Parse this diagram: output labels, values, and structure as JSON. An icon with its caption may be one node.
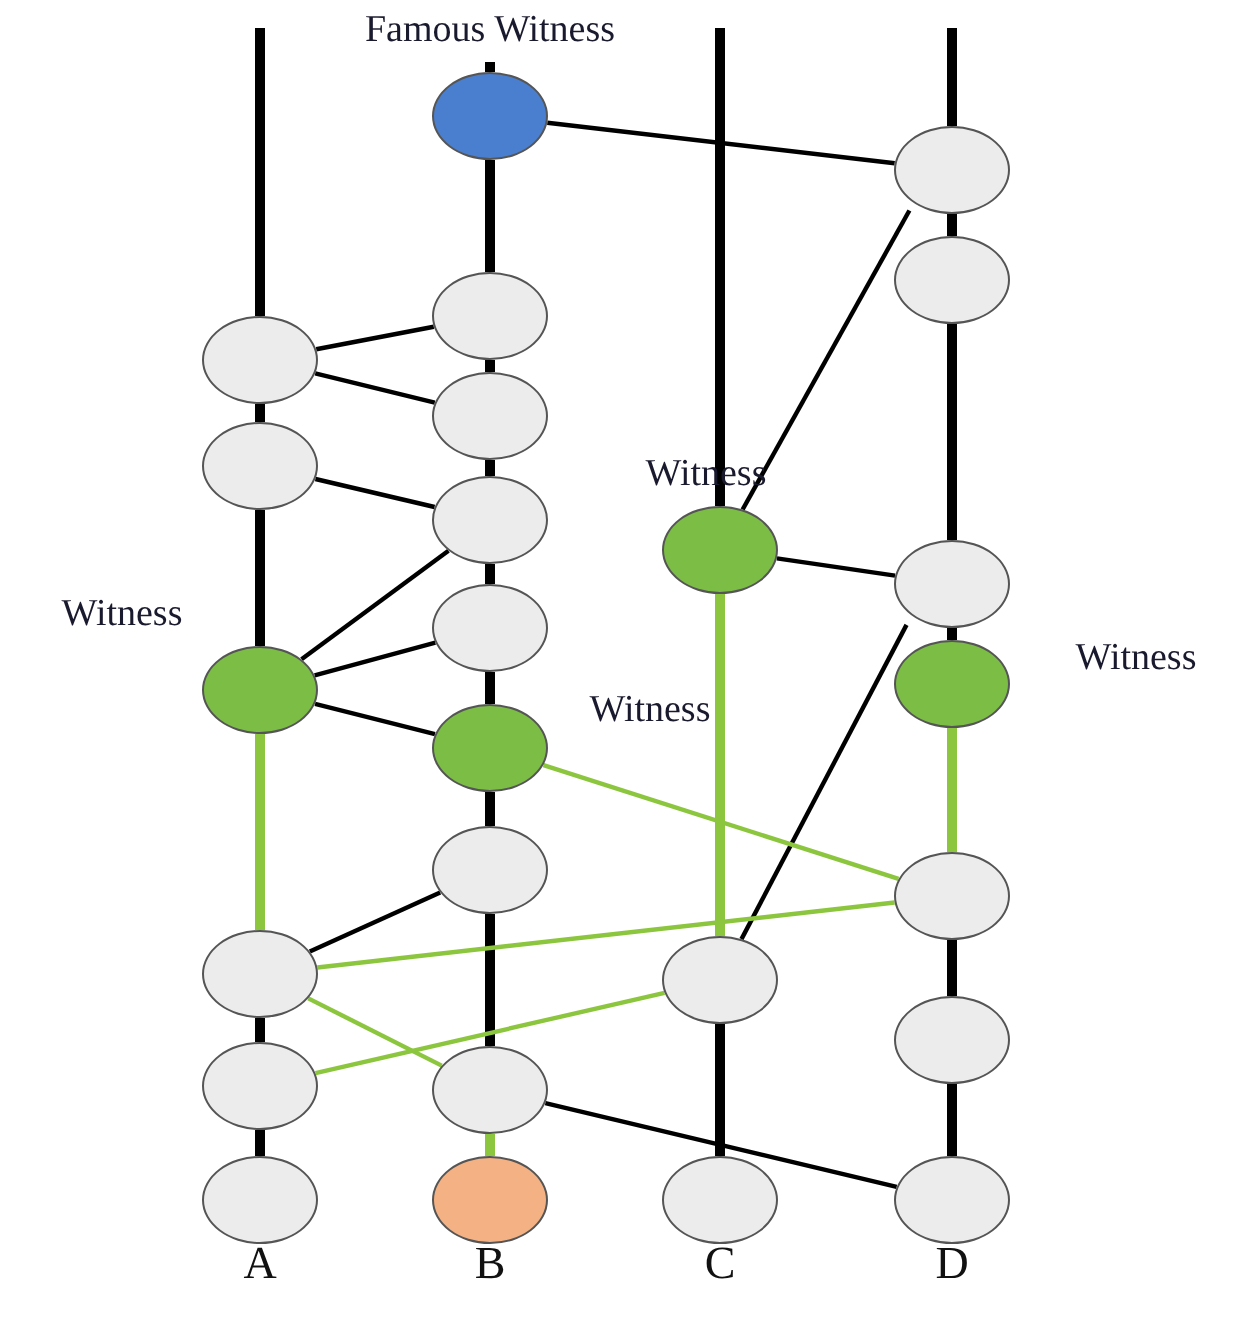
{
  "diagram": {
    "nodes": [
      {
        "text": [],
        "shape": "circle",
        "beside": [
          "Famous Witness"
        ]
      },
      {
        "text": [],
        "shape": "circle"
      },
      {
        "text": [],
        "shape": "circle"
      },
      {
        "text": [],
        "shape": "circle"
      },
      {
        "text": [],
        "shape": "circle"
      },
      {
        "text": [],
        "shape": "circle"
      },
      {
        "text": [],
        "shape": "circle"
      },
      {
        "text": [],
        "shape": "circle"
      },
      {
        "text": [],
        "shape": "circle",
        "beside": [
          "Witness"
        ]
      },
      {
        "text": [],
        "shape": "circle"
      },
      {
        "text": [],
        "shape": "circle"
      },
      {
        "text": [],
        "shape": "circle",
        "beside": [
          "Witness"
        ]
      },
      {
        "text": [],
        "shape": "circle",
        "beside": [
          "Witness"
        ]
      },
      {
        "text": [],
        "shape": "circle",
        "beside": [
          "Witness"
        ]
      },
      {
        "text": [],
        "shape": "circle"
      },
      {
        "text": [],
        "shape": "circle"
      },
      {
        "text": [],
        "shape": "circle"
      },
      {
        "text": [],
        "shape": "circle"
      },
      {
        "text": [],
        "shape": "circle"
      },
      {
        "text": [],
        "shape": "circle"
      },
      {
        "text": [],
        "shape": "circle"
      },
      {
        "text": [],
        "shape": "circle"
      },
      {
        "text": [],
        "shape": "circle"
      },
      {
        "text": [],
        "shape": "circle"
      },
      {
        "text": [],
        "shape": "circle"
      }
    ],
    "edges": [
      {
        "from": null,
        "to": 4,
        "arrow": "none"
      },
      {
        "from": null,
        "to": 0,
        "arrow": "none"
      },
      {
        "from": null,
        "to": 8,
        "arrow": "none"
      },
      {
        "from": null,
        "to": 1,
        "arrow": "none"
      },
      {
        "from": 4,
        "to": 6,
        "arrow": "none"
      },
      {
        "from": 6,
        "to": 12,
        "arrow": "none"
      },
      {
        "from": 12,
        "to": 16,
        "arrow": "none",
        "color": "#8cc63f"
      },
      {
        "from": 16,
        "to": 19,
        "arrow": "none"
      },
      {
        "from": 19,
        "to": 21,
        "arrow": "none"
      },
      {
        "from": 0,
        "to": 3,
        "arrow": "none"
      },
      {
        "from": 3,
        "to": 5,
        "arrow": "none"
      },
      {
        "from": 5,
        "to": 7,
        "arrow": "none"
      },
      {
        "from": 7,
        "to": 10,
        "arrow": "none"
      },
      {
        "from": 10,
        "to": 13,
        "arrow": "none"
      },
      {
        "from": 13,
        "to": 14,
        "arrow": "none"
      },
      {
        "from": 14,
        "to": 20,
        "arrow": "none"
      },
      {
        "from": 20,
        "to": 22,
        "arrow": "none",
        "color": "#8cc63f"
      },
      {
        "from": 8,
        "to": 17,
        "arrow": "none",
        "color": "#8cc63f"
      },
      {
        "from": 17,
        "to": 23,
        "arrow": "none"
      },
      {
        "from": 1,
        "to": 2,
        "arrow": "none"
      },
      {
        "from": 2,
        "to": 9,
        "arrow": "none"
      },
      {
        "from": 9,
        "to": 11,
        "arrow": "none"
      },
      {
        "from": 11,
        "to": 15,
        "arrow": "none",
        "color": "#8cc63f"
      },
      {
        "from": 15,
        "to": 18,
        "arrow": "none"
      },
      {
        "from": 18,
        "to": 24,
        "arrow": "none"
      },
      {
        "from": 0,
        "to": 1,
        "arrow": "none"
      },
      {
        "from": 1,
        "to": 8,
        "arrow": "none"
      },
      {
        "from": 4,
        "to": 3,
        "arrow": "none"
      },
      {
        "from": 4,
        "to": 5,
        "arrow": "none"
      },
      {
        "from": 6,
        "to": 7,
        "arrow": "none"
      },
      {
        "from": 12,
        "to": 7,
        "arrow": "none"
      },
      {
        "from": 12,
        "to": 10,
        "arrow": "none"
      },
      {
        "from": 12,
        "to": 13,
        "arrow": "none"
      },
      {
        "from": 8,
        "to": 9,
        "arrow": "none"
      },
      {
        "from": 9,
        "to": 17,
        "arrow": "none"
      },
      {
        "from": 13,
        "to": 15,
        "arrow": "none",
        "color": "#8cc63f"
      },
      {
        "from": 16,
        "to": 14,
        "arrow": "none"
      },
      {
        "from": 16,
        "to": 15,
        "arrow": "none",
        "color": "#8cc63f"
      },
      {
        "from": 16,
        "to": 20,
        "arrow": "none",
        "color": "#8cc63f"
      },
      {
        "from": 19,
        "to": 17,
        "arrow": "none",
        "color": "#8cc63f"
      },
      {
        "from": 20,
        "to": 24,
        "arrow": "none"
      }
    ],
    "labels": [
      "A",
      "B",
      "C",
      "D"
    ]
  }
}
